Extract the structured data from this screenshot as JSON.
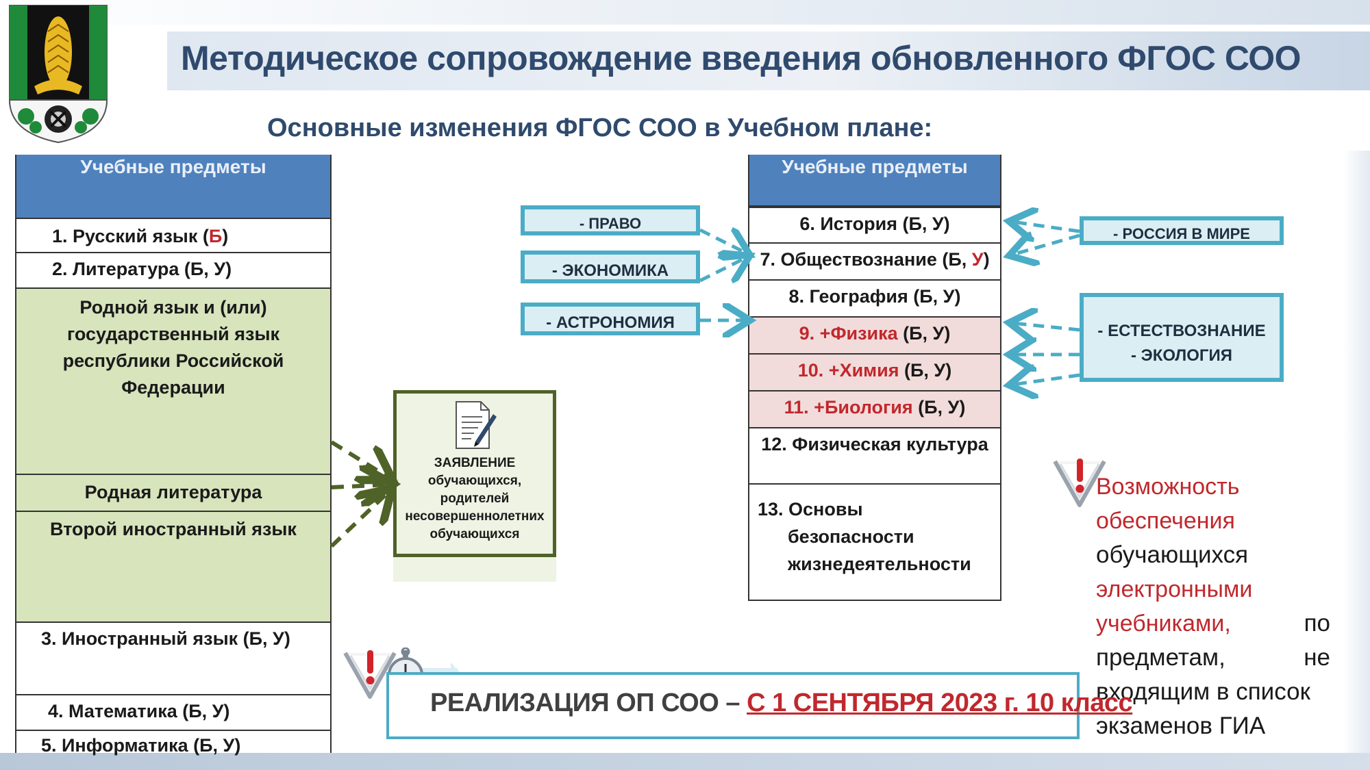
{
  "title": "Методическое сопровождение введения обновленного ФГОС СОО",
  "subtitle": "Основные изменения ФГОС СОО в Учебном плане:",
  "left_table": {
    "header": "Учебные предметы",
    "row1": {
      "text": "1. Русский язык (",
      "mark": "Б",
      "end": ")"
    },
    "row2": "2. Литература (Б, У)",
    "row3": [
      "Родной язык и (или)",
      "государственный язык",
      "республики Российской",
      "Федерации"
    ],
    "row4": "Родная литература",
    "row5": "Второй иностранный язык",
    "row6": "3. Иностранный язык (Б, У)",
    "row7": "4. Математика (Б, У)",
    "row8": "5. Информатика (Б, У)"
  },
  "application": {
    "lines": [
      "ЗАЯВЛЕНИЕ",
      "обучающихся,",
      "родителей",
      "несовершеннолетних",
      "обучающихся"
    ]
  },
  "right_table": {
    "header": "Учебные предметы",
    "r6": "6. История (Б, У)",
    "r7": {
      "text": "7. Обществознание (Б, ",
      "mark": "У",
      "end": ")"
    },
    "r8": "8. География (Б, У)",
    "r9": {
      "red": "9. +Физика",
      "rest": " (Б, У)"
    },
    "r10": {
      "red": "10. +Химия",
      "rest": " (Б, У)"
    },
    "r11": {
      "red": "11. +Биология",
      "rest": " (Б, У)"
    },
    "r12": "12. Физическая культура",
    "r13": [
      "13. Основы",
      "безопасности",
      "жизнедеятельности"
    ]
  },
  "tags": {
    "pravo": "- ПРАВО",
    "economics": "- ЭКОНОМИКА",
    "astronomy": "- АСТРОНОМИЯ",
    "russia": "- РОССИЯ В МИРЕ",
    "science": [
      "- ЕСТЕСТВОЗНАНИЕ",
      "- ЭКОЛОГИЯ"
    ]
  },
  "note": {
    "red1": "Возможность",
    "red2": "обеспечения",
    "black1": "обучающихся",
    "red3": "электронными",
    "red4": "учебниками,",
    "black2": "по",
    "black3": "предметам,",
    "black4": "не",
    "black5": "входящим в список",
    "black6": "экзаменов ГИА"
  },
  "banner": {
    "prefix": "РЕАЛИЗАЦИЯ ОП СОО – ",
    "date": "С 1 СЕНТЯБРЯ 2023 г.",
    "grade": " 10 класс"
  },
  "colors": {
    "header_blue": "#4f81bd",
    "green_row": "#d7e4bc",
    "pink_row": "#f2dcdb",
    "tag_border": "#4bacc6",
    "accent_red": "#c0282d",
    "title_navy": "#2f4a6d"
  }
}
